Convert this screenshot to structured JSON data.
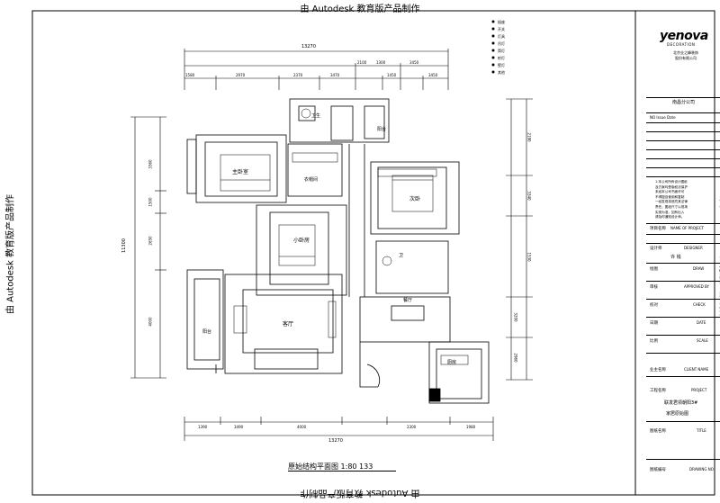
{
  "watermark": "由 Autodesk 教育版产品制作",
  "title_block": {
    "logo": "yenova",
    "logo_sub": "DECORATION",
    "company_lines": [
      "北京业之峰装饰",
      "股份有限公司"
    ],
    "branch": "南昌分公司",
    "rev_header": "NO  Issue   Date",
    "notes": [
      "1.本公司所有设计图纸",
      "及方案均受版权法保护",
      "未经本公司书面许可",
      "不得擅自使用和复制",
      "一经发现将追究其法律",
      "责任。图纸尺寸以现场",
      "实测为准，如有出入",
      "请及时通知设计师。"
    ],
    "fields": [
      {
        "label": "项目名称",
        "value": "NAME OF PROJECT"
      },
      {
        "label": "设计师",
        "value": "DESIGNER"
      },
      {
        "label": "",
        "value": "许  钱"
      },
      {
        "label": "绘图",
        "value": "DRAW"
      },
      {
        "label": "审核",
        "value": "APPROVED BY"
      },
      {
        "label": "校对",
        "value": "CHECK"
      },
      {
        "label": "日期",
        "value": "DATE"
      },
      {
        "label": "比例",
        "value": "SCALE"
      },
      {
        "label": "业主名称",
        "value": "CLIENT NAME"
      },
      {
        "label": "工程名称",
        "value": "PROJECT"
      },
      {
        "label": "",
        "value": "联发君领朝阳3#"
      },
      {
        "label": "",
        "value": "家居原始图"
      },
      {
        "label": "图纸名称",
        "value": "TITLE"
      },
      {
        "label": "图纸编号",
        "value": "DRAWING NO"
      }
    ]
  },
  "legend": [
    "插座",
    "开关",
    "灯具",
    "吊灯",
    "筒灯",
    "射灯",
    "壁灯",
    "其他"
  ],
  "rooms": {
    "master_bed": "主卧室",
    "cloak": "衣帽间",
    "bath1": "卫生",
    "bath2": "阳台",
    "bedroom2": "次卧",
    "small_bed": "小卧房",
    "bath3": "卫",
    "dining": "餐厅",
    "living": "客厅",
    "balcony": "阳台",
    "kitchen": "厨房"
  },
  "dims": {
    "top_total": "13270",
    "top_segs": [
      "1580",
      "2970",
      "2370",
      "3470",
      "1450",
      "3450"
    ],
    "top_small": [
      "2100",
      "1300",
      "3450"
    ],
    "bottom_total": "13270",
    "bottom_segs": [
      "1390",
      "3490",
      "4000",
      "2300",
      "1980"
    ],
    "left_total": "11300",
    "left_segs": [
      "3360",
      "1500",
      "2650",
      "4000"
    ],
    "right_segs": [
      "2190",
      "3340",
      "1530",
      "3200",
      "2960"
    ]
  },
  "caption": "原始结构平面图 1:80   133"
}
